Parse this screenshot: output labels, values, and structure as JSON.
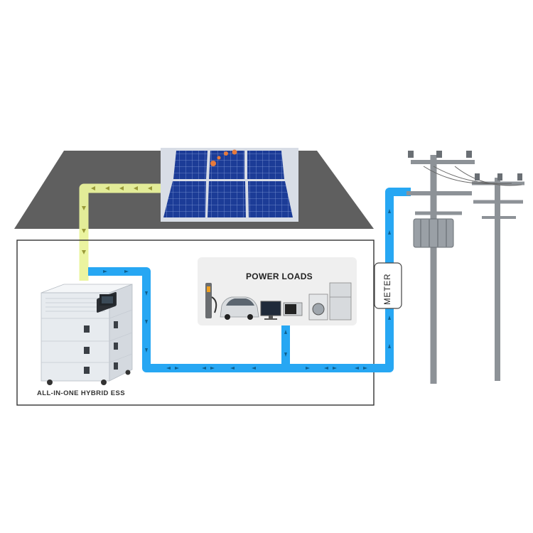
{
  "labels": {
    "ess": "ALL-IN-ONE HYBRID ESS",
    "power_loads": "POWER LOADS",
    "meter": "METER"
  },
  "colors": {
    "roof": "#5e5e5e",
    "solar_path": "#eef6a8",
    "grid_path": "#1aa3f0",
    "panel": "#1f3f9c",
    "ess_body": "#e9ecef",
    "pole": "#8a8f94"
  },
  "icons": [
    "solar-panel-icon",
    "ev-charger-icon",
    "car-icon",
    "tv-icon",
    "microwave-icon",
    "washing-machine-icon",
    "refrigerator-icon",
    "utility-pole-icon",
    "transformer-icon"
  ]
}
